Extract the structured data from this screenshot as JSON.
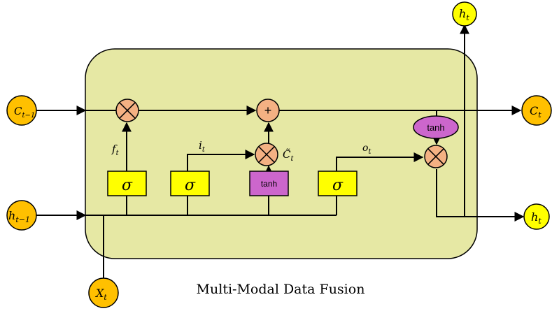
{
  "caption": "Multi-Modal Data Fusion",
  "nodes": {
    "c_prev": "C",
    "c_prev_sub": "t−1",
    "h_prev": "h",
    "h_prev_sub": "t−1",
    "x_in": "X",
    "x_in_sub": "t",
    "c_out": "C",
    "c_out_sub": "t",
    "h_out": "h",
    "h_out_sub": "t",
    "h_top": "h",
    "h_top_sub": "t"
  },
  "gates": {
    "forget": "σ",
    "input": "σ",
    "candidate": "tanh",
    "output": "σ",
    "cell_tanh": "tanh"
  },
  "ops": {
    "multiply": "×",
    "add": "+"
  },
  "labels": {
    "f": "f",
    "f_sub": "t",
    "i": "i",
    "i_sub": "t",
    "o": "o",
    "o_sub": "t",
    "c_tilde": "C̃",
    "c_tilde_sub": "t"
  },
  "colors": {
    "cell_fill": "#e6e8a4",
    "gate_fill": "#ffff00",
    "tanh_fill": "#cc66cc",
    "op_fill": "#f4b183",
    "io_orange": "#ffc000",
    "io_yellow": "#ffff00"
  }
}
